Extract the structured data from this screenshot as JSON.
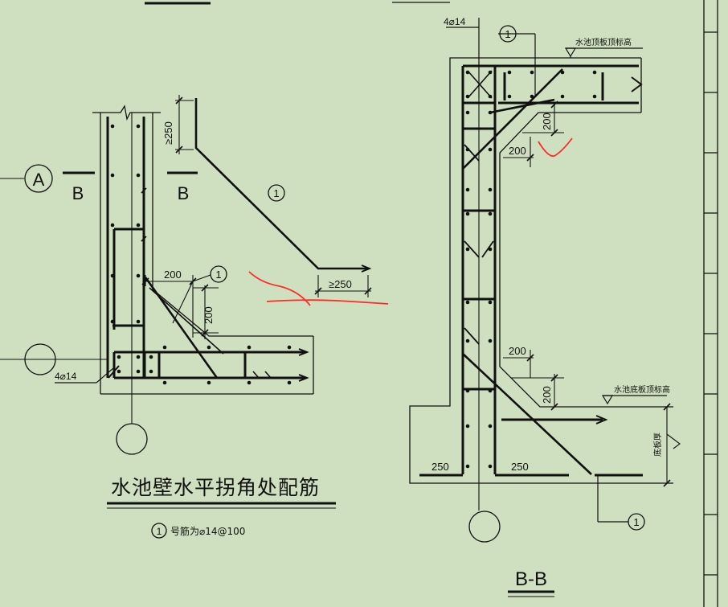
{
  "colors": {
    "background": "#cfe0c0",
    "line": "#111111",
    "markup": "#ff2a2a"
  },
  "left_detail": {
    "title": "水池壁水平拐角处配筋",
    "axis_label": "A",
    "section_mark_left": "B",
    "section_mark_right": "B",
    "bar_label": "4⌀14",
    "dim_top": "≥250",
    "dim_end": "≥250",
    "dim_horizontal": "200",
    "dim_vertical": "200",
    "callout_upper": "1",
    "callout_lower": "1",
    "note_circle": "1",
    "note": "号筋为⌀14@100"
  },
  "right_detail": {
    "title": "B-B",
    "bar_label": "4⌀14",
    "callout_top": "1",
    "callout_bottom": "1",
    "top_elev_label": "水池顶板顶标高",
    "bottom_elev_label": "水池底板顶标高",
    "slab_thickness_label": "底板厚",
    "dim_200_a": "200",
    "dim_200_b": "200",
    "dim_200_c": "200",
    "dim_200_d": "200",
    "dim_250_left": "250",
    "dim_250_right": "250"
  }
}
